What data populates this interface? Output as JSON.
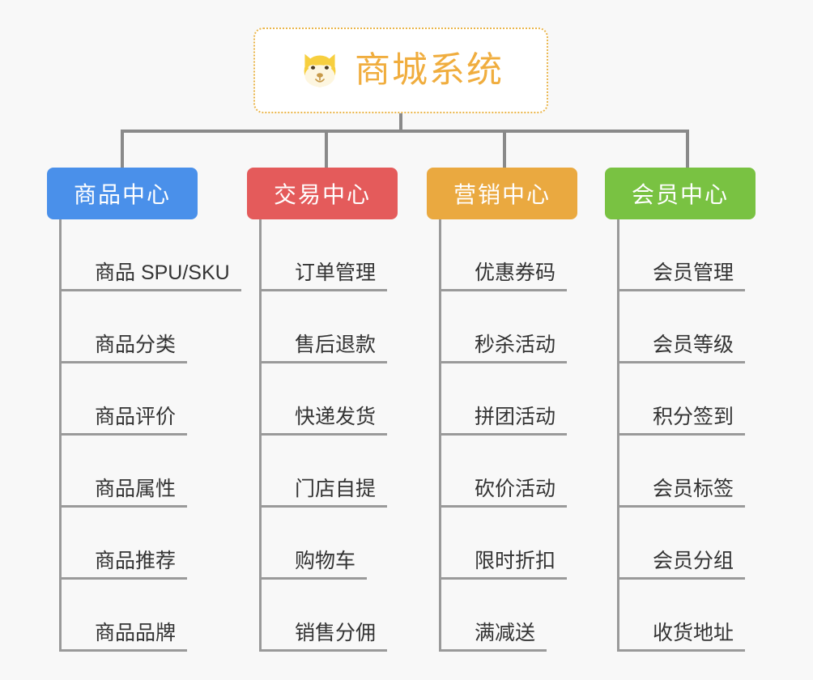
{
  "diagram": {
    "type": "tree-mindmap",
    "background_color": "#f8f8f8",
    "connector_color": "#8a8a8a"
  },
  "root": {
    "title": "商城系统",
    "icon": "dog-face-icon",
    "text_color": "#f0ad3e",
    "border_color": "#eab54a",
    "background_color": "#ffffff"
  },
  "branches": [
    {
      "title": "商品中心",
      "color": "#4a90ea",
      "leaves": [
        "商品 SPU/SKU",
        "商品分类",
        "商品评价",
        "商品属性",
        "商品推荐",
        "商品品牌"
      ]
    },
    {
      "title": "交易中心",
      "color": "#e45b5b",
      "leaves": [
        "订单管理",
        "售后退款",
        "快递发货",
        "门店自提",
        "购物车",
        "销售分佣"
      ]
    },
    {
      "title": "营销中心",
      "color": "#eaa940",
      "leaves": [
        "优惠券码",
        "秒杀活动",
        "拼团活动",
        "砍价活动",
        "限时折扣",
        "满减送"
      ]
    },
    {
      "title": "会员中心",
      "color": "#79c242",
      "leaves": [
        "会员管理",
        "会员等级",
        "积分签到",
        "会员标签",
        "会员分组",
        "收货地址"
      ]
    }
  ]
}
